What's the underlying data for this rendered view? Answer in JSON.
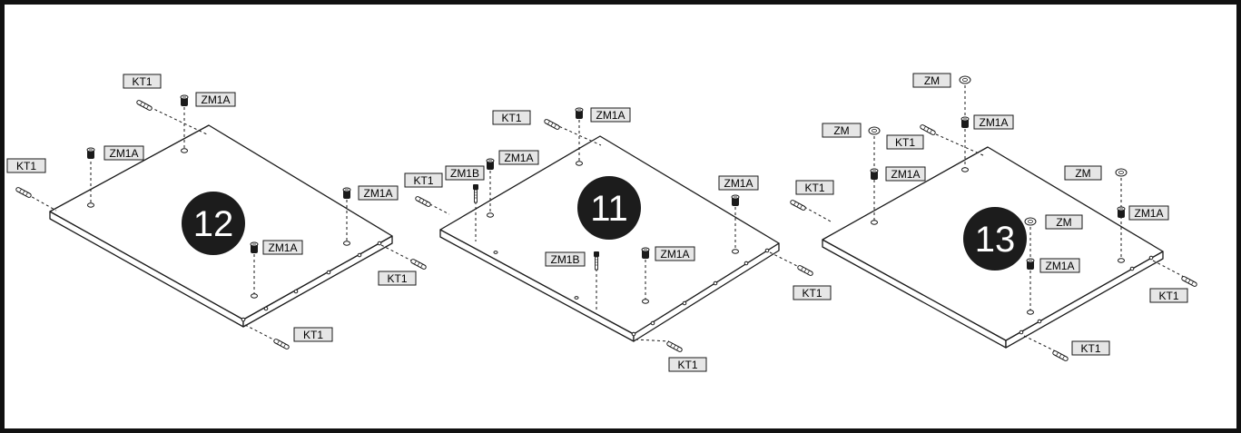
{
  "steps": [
    {
      "number": "12",
      "labels": {
        "kt1_top": "KT1",
        "kt1_left": "KT1",
        "kt1_right": "KT1",
        "kt1_bottom": "KT1",
        "zm1a_top": "ZM1A",
        "zm1a_left": "ZM1A",
        "zm1a_right": "ZM1A",
        "zm1a_bottom": "ZM1A"
      }
    },
    {
      "number": "11",
      "labels": {
        "kt1_top": "KT1",
        "kt1_left": "KT1",
        "kt1_right": "KT1",
        "kt1_bottom": "KT1",
        "zm1a_top": "ZM1A",
        "zm1a_left": "ZM1A",
        "zm1a_right": "ZM1A",
        "zm1a_bottom": "ZM1A",
        "zm1b_top": "ZM1B",
        "zm1b_bottom": "ZM1B"
      }
    },
    {
      "number": "13",
      "labels": {
        "zm_top": "ZM",
        "zm_left": "ZM",
        "zm_right": "ZM",
        "zm_center": "ZM",
        "kt1_top": "KT1",
        "kt1_left": "KT1",
        "kt1_right": "KT1",
        "kt1_bottom": "KT1",
        "zm1a_top": "ZM1A",
        "zm1a_left": "ZM1A",
        "zm1a_right": "ZM1A",
        "zm1a_bottom": "ZM1A"
      }
    }
  ],
  "icons": {
    "dowel": "dowel-icon",
    "cam_lock": "cam-lock-icon",
    "cam_bolt": "cam-bolt-icon",
    "cover_cap": "cover-cap-icon"
  }
}
